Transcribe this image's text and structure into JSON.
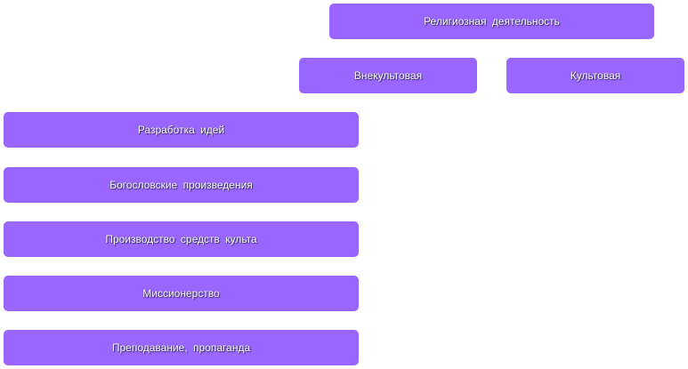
{
  "diagram": {
    "root": {
      "label": "Религиозная деятельность"
    },
    "branches": [
      {
        "label": "Внекультовая"
      },
      {
        "label": "Культовая"
      }
    ],
    "activities": [
      {
        "label": "Разработка идей"
      },
      {
        "label": "Богословские произведения"
      },
      {
        "label": "Производство средств культа"
      },
      {
        "label": "Миссионерство"
      },
      {
        "label": "Преподавание, пропаганда"
      }
    ],
    "colors": {
      "box_fill": "#9966ff",
      "text": "#ffffff"
    }
  }
}
